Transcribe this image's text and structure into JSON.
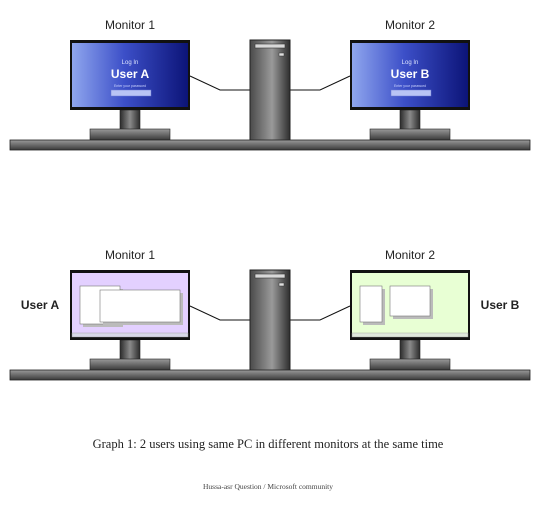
{
  "top_scene": {
    "monitor1_label": "Monitor 1",
    "monitor2_label": "Monitor 2",
    "monitor1_screen": {
      "login_text": "Log In",
      "user": "User A",
      "prompt": "Enter your password"
    },
    "monitor2_screen": {
      "login_text": "Log In",
      "user": "User B",
      "prompt": "Enter your password"
    }
  },
  "bottom_scene": {
    "monitor1_label": "Monitor 1",
    "monitor2_label": "Monitor 2",
    "user_left": "User A",
    "user_right": "User B",
    "monitor1_desktop_color": "#e3d0ff",
    "monitor2_desktop_color": "#e8ffd4"
  },
  "caption": "Graph 1: 2 users using same PC in different monitors at the same time",
  "credit": "Hussa-asr Question  / Microsoft community"
}
